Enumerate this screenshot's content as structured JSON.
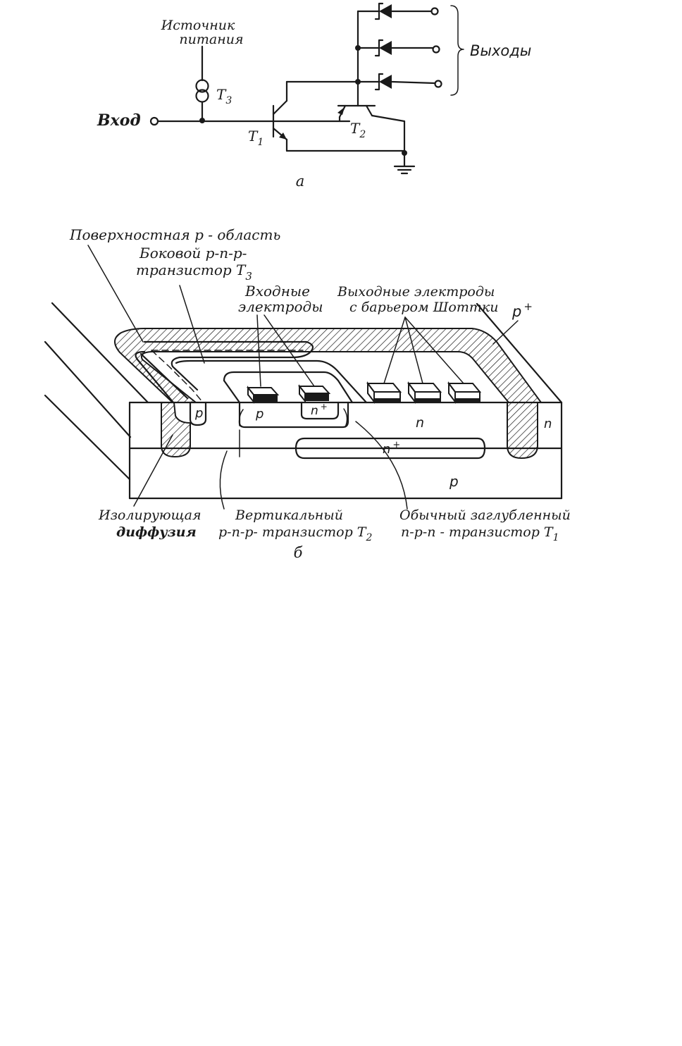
{
  "circuit": {
    "power_label_line1": "Источник",
    "power_label_line2": "питания",
    "t3": "T",
    "t3_sub": "3",
    "input": "Вход",
    "t1": "T",
    "t1_sub": "1",
    "t2": "T",
    "t2_sub": "2",
    "outputs": "Выходы",
    "caption": "а"
  },
  "cross_section": {
    "surface_p_region": "Поверхностная p - область",
    "lateral_line1": "Боковой p-n-p-",
    "lateral_line2": "транзистор T",
    "lateral_sub": "3",
    "input_electrodes_line1": "Входные",
    "input_electrodes_line2": "электроды",
    "output_electrodes_line1": "Выходные электроды",
    "output_electrodes_line2": "с барьером Шоттки",
    "p_plus": "p",
    "p_plus_sup": "+",
    "region_p_small": "p",
    "region_p_base": "p",
    "region_n_plus_emitter": "n",
    "region_n_plus_emitter_sup": "+",
    "region_n": "n",
    "region_n_right": "n",
    "region_n_plus_buried": "n",
    "region_n_plus_buried_sup": "+",
    "region_p_substrate": "p",
    "isolation_line1": "Изолирующая",
    "isolation_line2": "диффузия",
    "vertical_line1": "Вертикальный",
    "vertical_line2": "p-n-p- транзистор T",
    "vertical_sub": "2",
    "npn_line1": "Обычный заглубленный",
    "npn_line2": "n-p-n - транзистор T",
    "npn_sub": "1",
    "caption": "б"
  }
}
